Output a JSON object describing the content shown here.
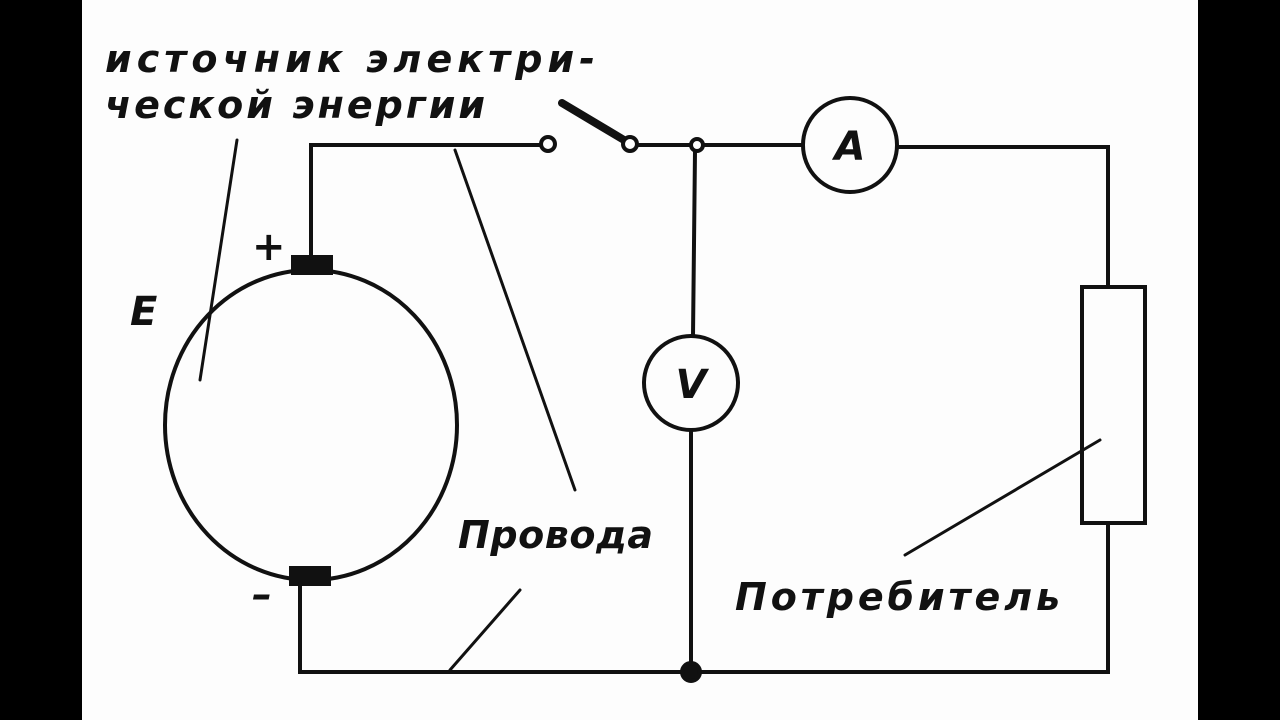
{
  "diagram": {
    "source_label_line1": "источник электри-",
    "source_label_line2": "ческой энергии",
    "emf_label": "E",
    "plus_label": "+",
    "minus_label": "–",
    "wires_label": "Провода",
    "load_label": "Потребитель",
    "ammeter_label": "A",
    "voltmeter_label": "V"
  },
  "colors": {
    "line": "#111111",
    "background": "#fdfdfd",
    "border": "#000000"
  }
}
